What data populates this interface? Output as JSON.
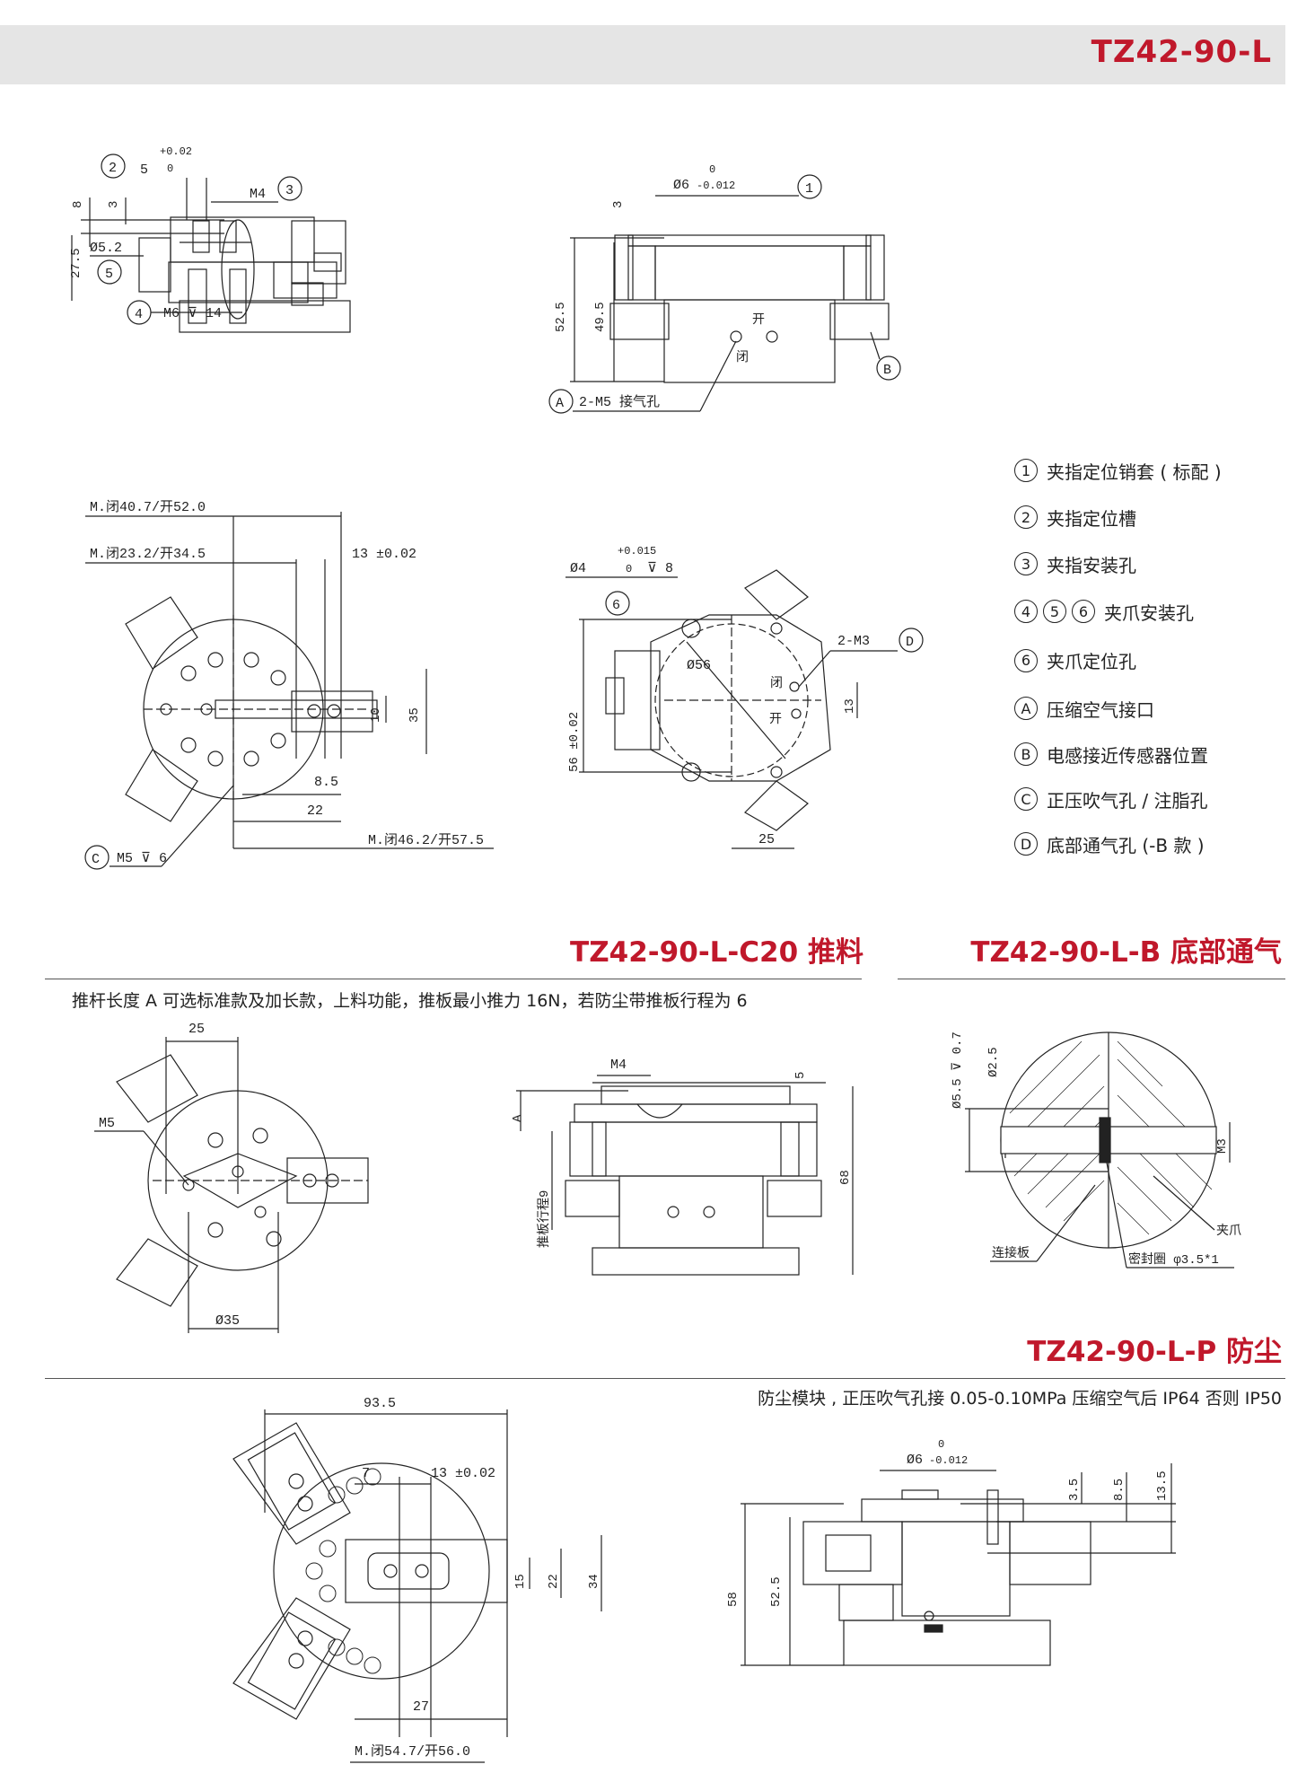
{
  "header": {
    "title": "TZ42-90-L"
  },
  "legend": [
    {
      "nums": [
        "1"
      ],
      "text": "夹指定位销套 ( 标配 )"
    },
    {
      "nums": [
        "2"
      ],
      "text": "夹指定位槽"
    },
    {
      "nums": [
        "3"
      ],
      "text": "夹指安装孔"
    },
    {
      "nums": [
        "4",
        "5",
        "6"
      ],
      "text": "夹爪安装孔"
    },
    {
      "nums": [
        "6"
      ],
      "text": "夹爪定位孔"
    },
    {
      "nums": [
        "A"
      ],
      "text": "压缩空气接口"
    },
    {
      "nums": [
        "B"
      ],
      "text": "电感接近传感器位置"
    },
    {
      "nums": [
        "C"
      ],
      "text": "正压吹气孔 / 注脂孔"
    },
    {
      "nums": [
        "D"
      ],
      "text": "底部通气孔 (-B 款 )"
    }
  ],
  "sections": {
    "c20": {
      "title": "TZ42-90-L-C20 推料",
      "desc": "推杆长度 A 可选标准款及加长款，上料功能，推板最小推力 16N，若防尘带推板行程为 6"
    },
    "b": {
      "title": "TZ42-90-L-B 底部通气"
    },
    "p": {
      "title": "TZ42-90-L-P 防尘",
      "desc": "防尘模块 , 正压吹气孔接 0.05-0.10MPa 压缩空气后 IP64 否则 IP50"
    }
  },
  "dims": {
    "side1": {
      "c2": "2",
      "d5": "5",
      "tol1": "+0.02",
      "tol0": "0",
      "m4": "M4",
      "c3": "3",
      "d8": "8",
      "d3": "3",
      "phi52": "Ø5.2",
      "d275": "27.5",
      "c5": "5",
      "c4": "4",
      "m6": "M6 ⊽ 14"
    },
    "front1": {
      "phi6": "Ø6",
      "tol0": "0",
      "tolm": "-0.012",
      "c1": "1",
      "d3": "3",
      "d525": "52.5",
      "d495": "49.5",
      "kai": "开",
      "bi": "闭",
      "cB": "B",
      "cA": "A",
      "m5": "2-M5 接气孔"
    },
    "top1": {
      "m1": "M.闭40.7/开52.0",
      "m2": "M.闭23.2/开34.5",
      "d13": "13 ±0.02",
      "d10": "10",
      "d35": "35",
      "d85": "8.5",
      "d22": "22",
      "m3": "M.闭46.2/开57.5",
      "cC": "C",
      "m5": "M5 ⊽ 6"
    },
    "bottom1": {
      "phi4": "Ø4",
      "tolp": "+0.015",
      "tol0": "0",
      "depth": "⊽ 8",
      "c6": "6",
      "d56": "56 ±0.02",
      "phi56": "Ø56",
      "m3": "2-M3",
      "cD": "D",
      "bi": "闭",
      "kai": "开",
      "d13": "13",
      "d25": "25"
    },
    "c20top": {
      "d25": "25",
      "m5": "M5",
      "phi35": "Ø35"
    },
    "c20side": {
      "m4": "M4",
      "d5": "5",
      "a": "A",
      "d68": "68",
      "stroke": "推板行程9"
    },
    "bsec": {
      "phi55": "Ø5.5 ⊽ 0.7",
      "phi25": "Ø2.5",
      "m3": "M3",
      "jiazhua": "夹爪",
      "plate": "连接板",
      "seal": "密封圈 φ3.5*1"
    },
    "ptop": {
      "d935": "93.5",
      "d7": "7",
      "d13": "13 ±0.02",
      "d15": "15",
      "d22": "22",
      "d34": "34",
      "d27": "27",
      "m": "M.闭54.7/开56.0"
    },
    "pside": {
      "phi6": "Ø6",
      "tol0": "0",
      "tolm": "-0.012",
      "d35": "3.5",
      "d85": "8.5",
      "d135": "13.5",
      "d58": "58",
      "d525": "52.5"
    }
  }
}
